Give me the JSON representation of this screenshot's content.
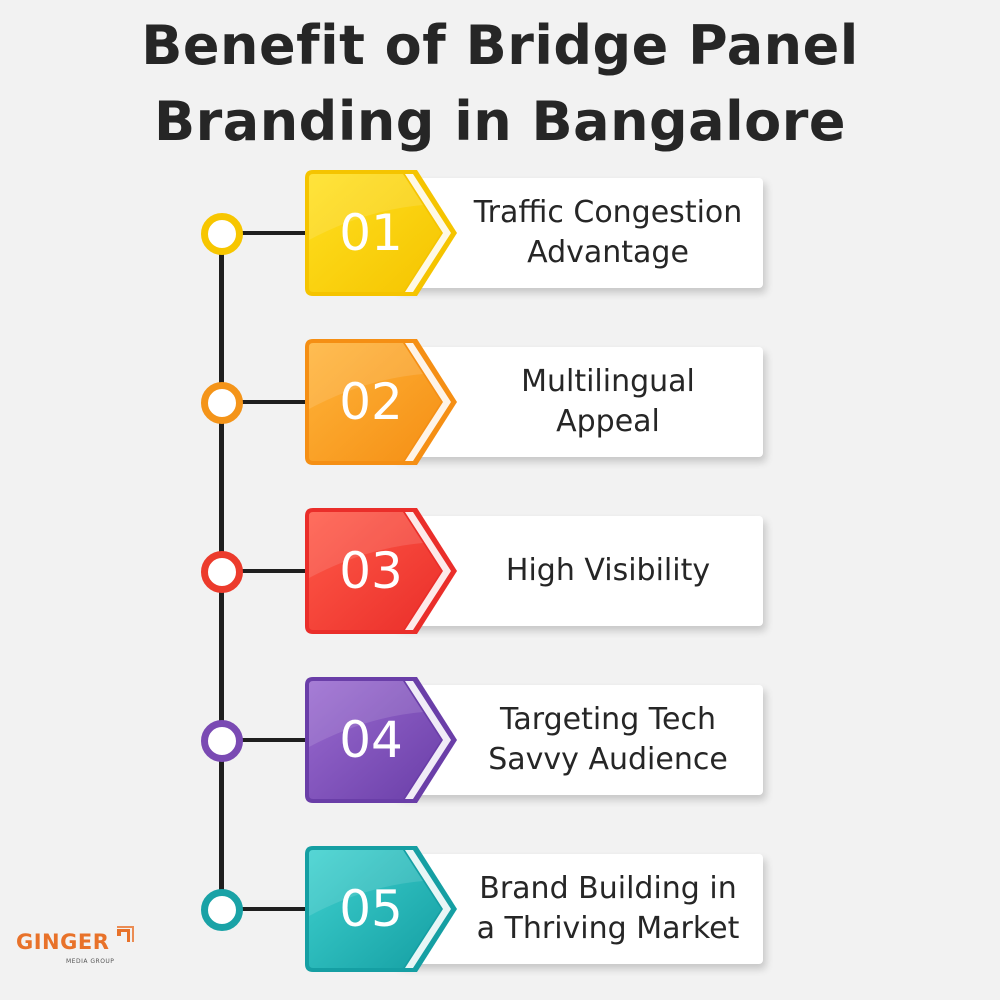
{
  "title": {
    "line1": "Benefit of Bridge Panel",
    "line2": "Branding in Bangalore"
  },
  "items": [
    {
      "number": "01",
      "line1": "Traffic Congestion",
      "line2": "Advantage",
      "color_light": "#ffe020",
      "color_dark": "#f5c400",
      "dot_color": "#f7c600"
    },
    {
      "number": "02",
      "line1": "Multilingual",
      "line2": "Appeal",
      "color_light": "#ffb43a",
      "color_dark": "#f58f14",
      "dot_color": "#f49419"
    },
    {
      "number": "03",
      "line1": "High Visibility",
      "line2": "",
      "color_light": "#ff5a48",
      "color_dark": "#ea2e2a",
      "dot_color": "#ec3b2c"
    },
    {
      "number": "04",
      "line1": "Targeting Tech",
      "line2": "Savvy Audience",
      "color_light": "#9a6bd0",
      "color_dark": "#6a3ea8",
      "dot_color": "#7a4ab3"
    },
    {
      "number": "05",
      "line1": "Brand Building in",
      "line2": "a Thriving Market",
      "color_light": "#3fd1cf",
      "color_dark": "#159fa3",
      "dot_color": "#1aa2a6"
    }
  ],
  "logo": {
    "name": "GINGER",
    "subtitle": "MEDIA GROUP",
    "color": "#e8722a"
  }
}
